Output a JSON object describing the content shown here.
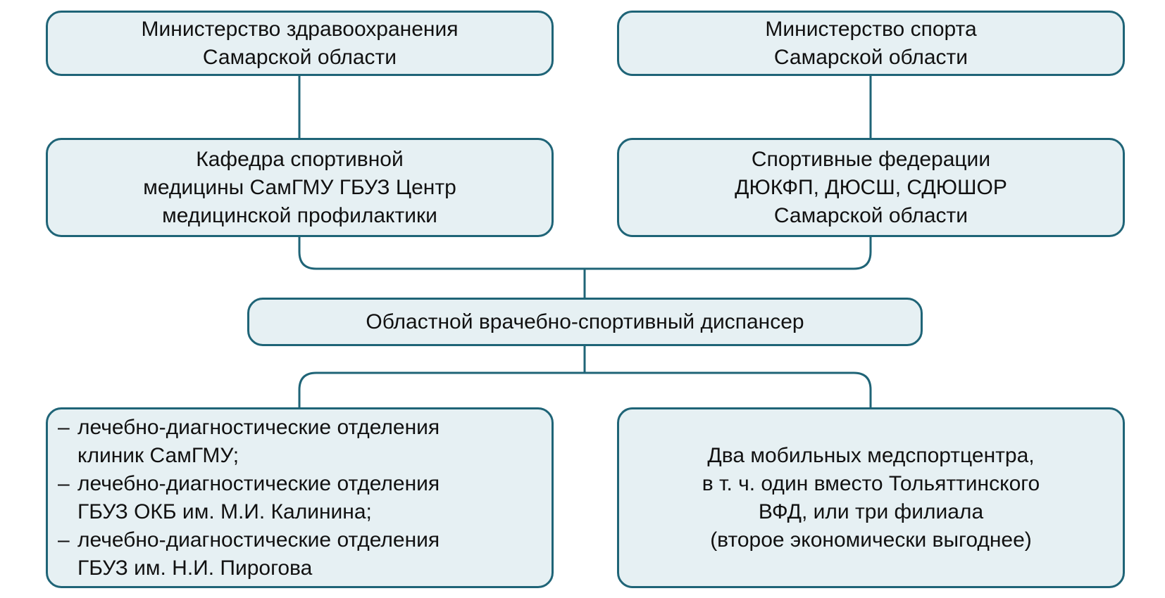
{
  "diagram": {
    "ministry_health": {
      "lines": [
        "Министерство здравоохранения",
        "Самарской области"
      ]
    },
    "ministry_sport": {
      "lines": [
        "Министерство спорта",
        "Самарской области"
      ]
    },
    "sports_medicine_dept": {
      "lines": [
        "Кафедра спортивной",
        "медицины СамГМУ ГБУЗ Центр",
        "медицинской профилактики"
      ]
    },
    "sports_federations": {
      "lines": [
        "Спортивные федерации",
        "ДЮКФП, ДЮСШ, СДЮШОР",
        "Самарской области"
      ]
    },
    "regional_dispensary": {
      "lines": [
        "Областной врачебно-спортивный диспансер"
      ]
    },
    "departments_list": {
      "dash": "–",
      "items": [
        {
          "lines": [
            "лечебно-диагностические отделения",
            "клиник СамГМУ;"
          ]
        },
        {
          "lines": [
            "лечебно-диагностические отделения",
            "ГБУЗ ОКБ им. М.И. Калинина;"
          ]
        },
        {
          "lines": [
            "лечебно-диагностические отделения",
            "ГБУЗ им. Н.И. Пирогова"
          ]
        }
      ]
    },
    "mobile_centers": {
      "lines": [
        "Два мобильных медспортцентра,",
        "в т. ч. один вместо Тольяттинского",
        "ВФД, или три филиала",
        "(второе экономически выгоднее)"
      ]
    },
    "colors": {
      "box_fill": "#e6f0f3",
      "box_border": "#1f6477",
      "connector": "#1f6477",
      "text": "#111111"
    }
  }
}
